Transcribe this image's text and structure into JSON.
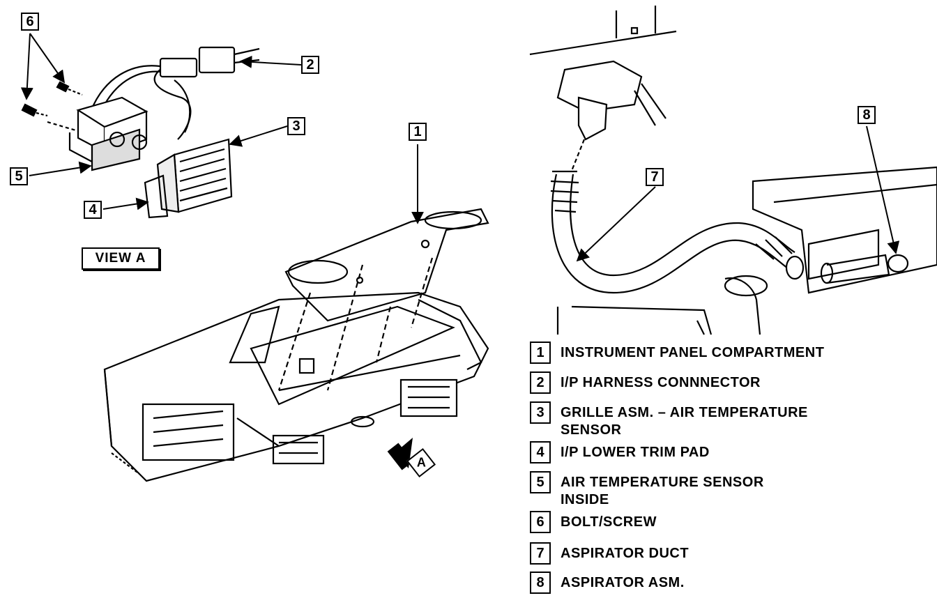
{
  "view_label": "VIEW A",
  "view_arrow_label": "A",
  "callouts": {
    "c1": "1",
    "c2": "2",
    "c3": "3",
    "c4": "4",
    "c5": "5",
    "c6": "6",
    "c7": "7",
    "c8": "8"
  },
  "legend": [
    {
      "num": "1",
      "text": "INSTRUMENT PANEL COMPARTMENT"
    },
    {
      "num": "2",
      "text": "I/P HARNESS CONNNECTOR"
    },
    {
      "num": "3",
      "text": "GRILLE ASM. – AIR TEMPERATURE SENSOR"
    },
    {
      "num": "4",
      "text": "I/P LOWER TRIM PAD"
    },
    {
      "num": "5",
      "text": "AIR TEMPERATURE SENSOR INSIDE"
    },
    {
      "num": "6",
      "text": "BOLT/SCREW"
    },
    {
      "num": "7",
      "text": "ASPIRATOR DUCT"
    },
    {
      "num": "8",
      "text": "ASPIRATOR ASM."
    }
  ]
}
